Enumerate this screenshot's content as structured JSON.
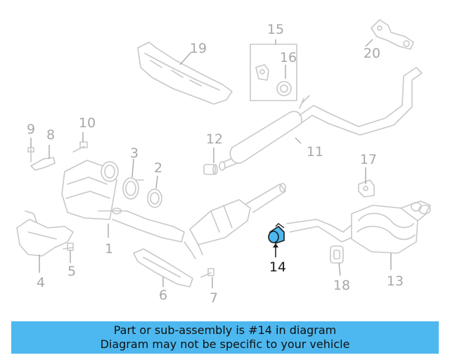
{
  "diagram": {
    "highlight_color": "#4db8ef",
    "callouts": [
      {
        "id": "c1",
        "label": "1"
      },
      {
        "id": "c2",
        "label": "2"
      },
      {
        "id": "c3",
        "label": "3"
      },
      {
        "id": "c4",
        "label": "4"
      },
      {
        "id": "c5",
        "label": "5"
      },
      {
        "id": "c6",
        "label": "6"
      },
      {
        "id": "c7",
        "label": "7"
      },
      {
        "id": "c8",
        "label": "8"
      },
      {
        "id": "c9",
        "label": "9"
      },
      {
        "id": "c10",
        "label": "10"
      },
      {
        "id": "c11",
        "label": "11"
      },
      {
        "id": "c12",
        "label": "12"
      },
      {
        "id": "c13",
        "label": "13"
      },
      {
        "id": "c14",
        "label": "14",
        "highlighted": true
      },
      {
        "id": "c15",
        "label": "15"
      },
      {
        "id": "c16",
        "label": "16"
      },
      {
        "id": "c17",
        "label": "17"
      },
      {
        "id": "c18",
        "label": "18"
      },
      {
        "id": "c19",
        "label": "19"
      },
      {
        "id": "c20",
        "label": "20"
      }
    ]
  },
  "banner": {
    "line1": "Part or sub-assembly is #14 in diagram",
    "line2": "Diagram may not be specific to your vehicle",
    "background": "#4db8ef"
  }
}
